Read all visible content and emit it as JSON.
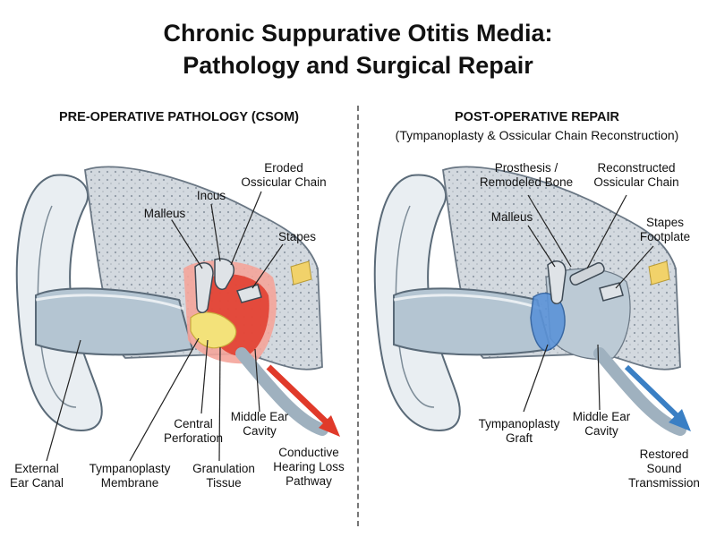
{
  "title": {
    "line1": "Chronic Suppurative Otitis Media:",
    "line2": "Pathology and Surgical Repair"
  },
  "left_panel": {
    "heading": "PRE-OPERATIVE PATHOLOGY (CSOM)",
    "labels": {
      "eroded_1": "Eroded",
      "eroded_2": "Ossicular Chain",
      "incus": "Incus",
      "malleus": "Malleus",
      "stapes": "Stapes",
      "central_1": "Central",
      "central_2": "Perforation",
      "middle_1": "Middle Ear",
      "middle_2": "Cavity",
      "conductive_1": "Conductive",
      "conductive_2": "Hearing Loss",
      "conductive_3": "Pathway",
      "canal_1": "External",
      "canal_2": "Ear Canal",
      "membrane_1": "Tympanoplasty",
      "membrane_2": "Membrane",
      "granulation_1": "Granulation",
      "granulation_2": "Tissue"
    }
  },
  "right_panel": {
    "heading": "POST-OPERATIVE REPAIR",
    "subheading": "(Tympanoplasty & Ossicular Chain Reconstruction)",
    "labels": {
      "prosthesis_1": "Prosthesis /",
      "prosthesis_2": "Remodeled Bone",
      "recon_1": "Reconstructed",
      "recon_2": "Ossicular Chain",
      "malleus": "Malleus",
      "stapes_1": "Stapes",
      "stapes_2": "Footplate",
      "graft_1": "Tympanoplasty",
      "graft_2": "Graft",
      "middle_1": "Middle Ear",
      "middle_2": "Cavity",
      "restored_1": "Restored",
      "restored_2": "Sound",
      "restored_3": "Transmission"
    }
  },
  "colors": {
    "pathology_red": "#e03a2a",
    "inflammation_pink": "#f4a49a",
    "granulation_yellow": "#f3e27a",
    "graft_blue": "#5b93d8",
    "restored_arrow": "#3a7fc4",
    "bone_gray": "#cfd5db",
    "canal_blue": "#a9bccb"
  }
}
